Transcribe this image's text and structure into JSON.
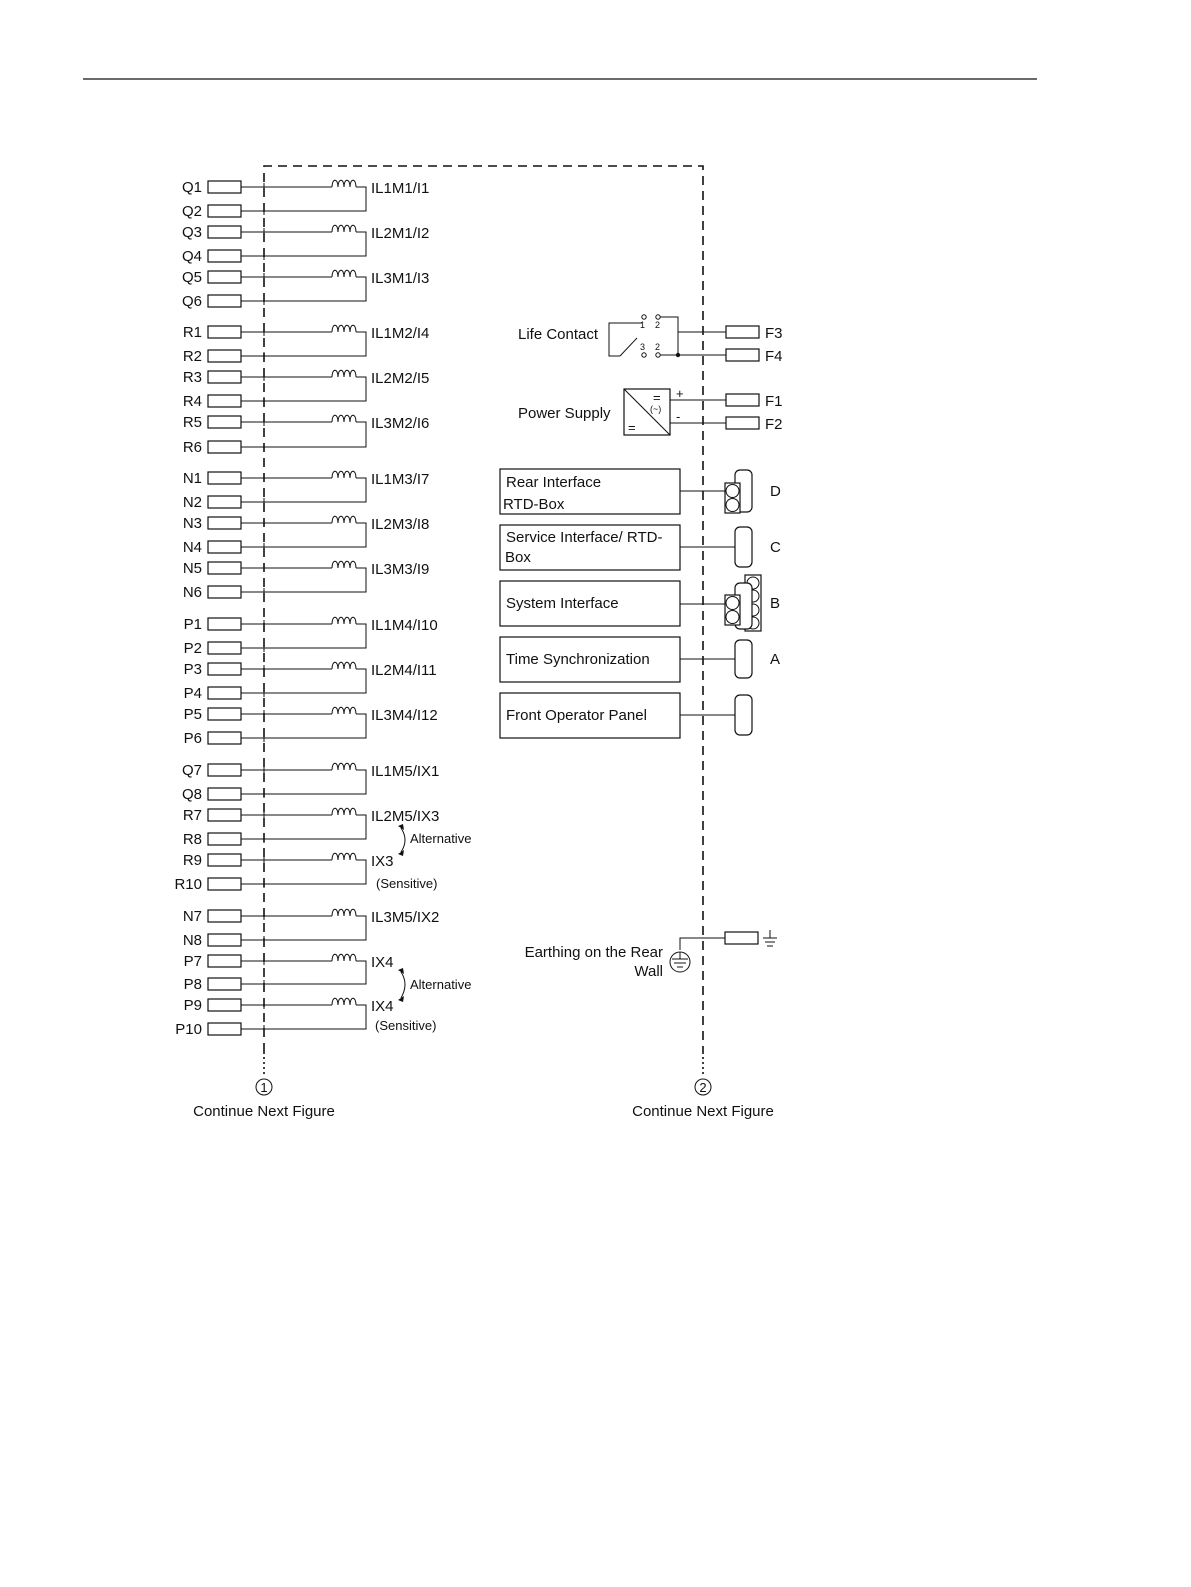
{
  "terminals": [
    {
      "label": "Q1"
    },
    {
      "label": "Q2"
    },
    {
      "label": "Q3"
    },
    {
      "label": "Q4"
    },
    {
      "label": "Q5"
    },
    {
      "label": "Q6"
    },
    {
      "label": "R1"
    },
    {
      "label": "R2"
    },
    {
      "label": "R3"
    },
    {
      "label": "R4"
    },
    {
      "label": "R5"
    },
    {
      "label": "R6"
    },
    {
      "label": "N1"
    },
    {
      "label": "N2"
    },
    {
      "label": "N3"
    },
    {
      "label": "N4"
    },
    {
      "label": "N5"
    },
    {
      "label": "N6"
    },
    {
      "label": "P1"
    },
    {
      "label": "P2"
    },
    {
      "label": "P3"
    },
    {
      "label": "P4"
    },
    {
      "label": "P5"
    },
    {
      "label": "P6"
    },
    {
      "label": "Q7"
    },
    {
      "label": "Q8"
    },
    {
      "label": "R7"
    },
    {
      "label": "R8"
    },
    {
      "label": "R9"
    },
    {
      "label": "R10"
    },
    {
      "label": "N7"
    },
    {
      "label": "N8"
    },
    {
      "label": "P7"
    },
    {
      "label": "P8"
    },
    {
      "label": "P9"
    },
    {
      "label": "P10"
    }
  ],
  "coils": [
    {
      "label": "IL1M1/I1"
    },
    {
      "label": "IL2M1/I2"
    },
    {
      "label": "IL3M1/I3"
    },
    {
      "label": "IL1M2/I4"
    },
    {
      "label": "IL2M2/I5"
    },
    {
      "label": "IL3M2/I6"
    },
    {
      "label": "IL1M3/I7"
    },
    {
      "label": "IL2M3/I8"
    },
    {
      "label": "IL3M3/I9"
    },
    {
      "label": "IL1M4/I10"
    },
    {
      "label": "IL2M4/I11"
    },
    {
      "label": "IL3M4/I12"
    },
    {
      "label": "IL1M5/IX1"
    },
    {
      "label": "IL2M5/IX3"
    },
    {
      "label": "IX3"
    },
    {
      "label": "IL3M5/IX2"
    },
    {
      "label": "IX4"
    },
    {
      "label": "IX4"
    }
  ],
  "annotations": {
    "alternative_1": "Alternative",
    "sensitive_1": "(Sensitive)",
    "alternative_2": "Alternative",
    "sensitive_2": "(Sensitive)"
  },
  "life_contact": {
    "label": "Life Contact",
    "contact_nums": [
      "1",
      "2",
      "3",
      "2"
    ],
    "terminals": [
      "F3",
      "F4"
    ]
  },
  "power_supply": {
    "label": "Power Supply",
    "plus": "+",
    "minus": "-",
    "converter_symbols": [
      "=",
      "(~)",
      "="
    ],
    "terminals": [
      "F1",
      "F2"
    ]
  },
  "interfaces": [
    {
      "line1": "Rear Interface",
      "line2": "RTD-Box",
      "port": "D"
    },
    {
      "line1": "Service Interface/ RTD-",
      "line2": "Box",
      "port": "C"
    },
    {
      "line1": "System Interface",
      "line2": "",
      "port": "B"
    },
    {
      "line1": "Time Synchronization",
      "line2": "",
      "port": "A"
    },
    {
      "line1": "Front Operator Panel",
      "line2": "",
      "port": ""
    }
  ],
  "earthing": {
    "line1": "Earthing on the Rear",
    "line2": "Wall"
  },
  "footer": {
    "left_num": "1",
    "left_label": "Continue Next Figure",
    "right_num": "2",
    "right_label": "Continue Next Figure"
  }
}
